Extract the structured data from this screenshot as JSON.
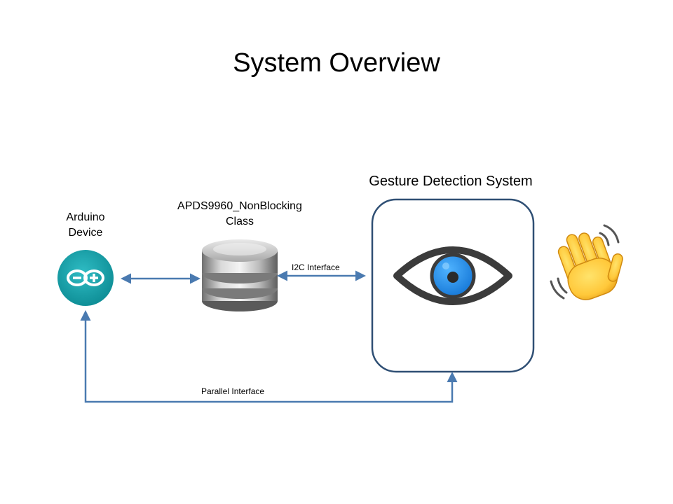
{
  "title": "System Overview",
  "nodes": {
    "arduino": {
      "label_line1": "Arduino",
      "label_line2": "Device",
      "logo_color": "#17A0A8"
    },
    "class": {
      "label_line1": "APDS9960_NonBlocking",
      "label_line2": "Class"
    },
    "gesture": {
      "label": "Gesture Detection System",
      "box_color": "#2F4F74"
    }
  },
  "connections": {
    "i2c": {
      "label": "I2C Interface"
    },
    "parallel": {
      "label": "Parallel Interface"
    },
    "arrow_color": "#4A7AB0"
  },
  "icons": [
    "arduino-logo-icon",
    "database-icon",
    "eye-icon",
    "waving-hand-icon"
  ]
}
